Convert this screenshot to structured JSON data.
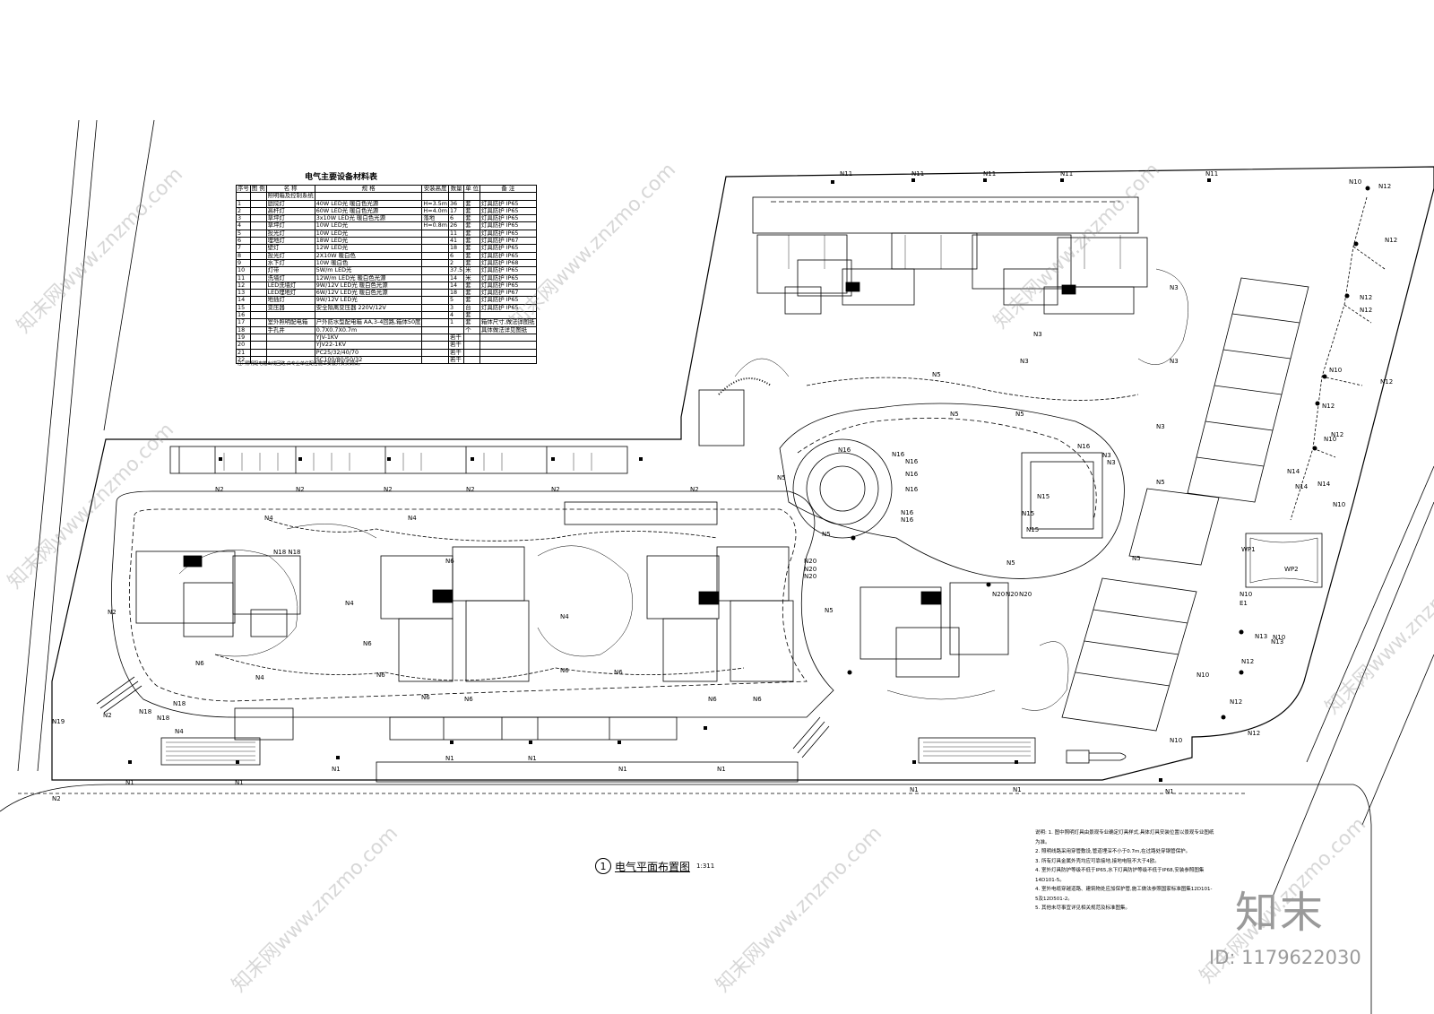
{
  "table": {
    "title": "电气主要设备材料表",
    "header": [
      "序号",
      "图 例",
      "名 称",
      "规 格",
      "安装高度",
      "数量",
      "单 位",
      "备 注"
    ],
    "rows": [
      [
        "",
        "",
        "照明箱及控制系统",
        "",
        "",
        "",
        "",
        ""
      ],
      [
        "1",
        "",
        "庭院灯",
        "40W LED光 暖白色光源",
        "H=3.5m",
        "36",
        "套",
        "灯具防护 IP65"
      ],
      [
        "2",
        "",
        "高杆灯",
        "60W LED光 暖白色光源",
        "H=4.0m",
        "17",
        "套",
        "灯具防护 IP65"
      ],
      [
        "3",
        "",
        "草坪灯",
        "3x10W LED光 暖白色光源",
        "落地",
        "6",
        "套",
        "灯具防护 IP65"
      ],
      [
        "4",
        "",
        "草坪灯",
        "10W LED光",
        "H=0.8m",
        "26",
        "套",
        "灯具防护 IP65"
      ],
      [
        "5",
        "",
        "投光灯",
        "10W LED光",
        "",
        "11",
        "套",
        "灯具防护 IP65"
      ],
      [
        "6",
        "",
        "埋地灯",
        "18W LED光",
        "",
        "41",
        "套",
        "灯具防护 IP67"
      ],
      [
        "7",
        "",
        "壁灯",
        "12W LED光",
        "",
        "18",
        "套",
        "灯具防护 IP65"
      ],
      [
        "8",
        "",
        "投光灯",
        "2X10W 暖白色",
        "",
        "6",
        "套",
        "灯具防护 IP65"
      ],
      [
        "9",
        "",
        "水下灯",
        "10W 暖白色",
        "",
        "2",
        "套",
        "灯具防护 IP68"
      ],
      [
        "10",
        "",
        "灯带",
        "5W/m LED光",
        "",
        "37.5",
        "米",
        "灯具防护 IP65"
      ],
      [
        "11",
        "",
        "洗墙灯",
        "12W/m LED光 暖白色光源",
        "",
        "14",
        "米",
        "灯具防护 IP65"
      ],
      [
        "12",
        "",
        "LED洗墙灯",
        "9W/12V LED光 暖白色光源",
        "",
        "14",
        "套",
        "灯具防护 IP65"
      ],
      [
        "13",
        "",
        "LED埋地灯",
        "6W/12V LED光 暖白色光源",
        "",
        "18",
        "套",
        "灯具防护 IP67"
      ],
      [
        "14",
        "",
        "地插灯",
        "9W/12V LED光",
        "",
        "5",
        "套",
        "灯具防护 IP65"
      ],
      [
        "15",
        "",
        "变压器",
        "安全隔离变压器 220V/12V",
        "",
        "3",
        "台",
        "灯具防护 IP65"
      ],
      [
        "16",
        "",
        "",
        "",
        "",
        "4",
        "套",
        ""
      ],
      [
        "17",
        "",
        "室外照明配电箱",
        "户外防水型配电箱 AA,3-4回路,箱体50度",
        "",
        "1",
        "套",
        "箱体尺寸,做法详图纸"
      ],
      [
        "18",
        "",
        "手孔井",
        "0.7X0.7X0.7m",
        "",
        "",
        "个",
        "具体做法详见图纸"
      ],
      [
        "19",
        "",
        "",
        "YJV-1KV",
        "",
        "若干",
        "",
        ""
      ],
      [
        "20",
        "",
        "",
        "YJV22-1KV",
        "",
        "若干",
        "",
        ""
      ],
      [
        "21",
        "",
        "",
        "PC25/32/40/70",
        "",
        "若干",
        "",
        ""
      ],
      [
        "22",
        "",
        "",
        "SC100/80/50/32",
        "",
        "若干",
        "",
        ""
      ]
    ],
    "footnote": "注: 照明配电箱出线回路,由专业单位配合施工安装并负责调试。"
  },
  "caption": {
    "number": "1",
    "title": "电气平面布置图",
    "scale": "1:311"
  },
  "notes": [
    "说明: 1. 图中照明灯具由景观专业确定灯具样式,具体灯具安装位置以景观专业图纸为准。",
    "2. 照明线路采用穿管敷设,管道埋深不小于0.7m,在过路处穿钢管保护。",
    "3. 所有灯具金属外壳均应可靠接地,接地电阻不大于4欧。",
    "4. 室外灯具防护等级不低于IP65,水下灯具防护等级不低于IP68,安装参照图集14D101-5。",
    "4. 室外电缆穿越道路、建筑物处应加保护管,施工做法参照国家标准图集12D101-5及12D501-2。",
    "5. 其他未尽事宜详见相关规范及标准图集。"
  ],
  "circuit_labels": [
    "N1",
    "N1",
    "N1",
    "N1",
    "N1",
    "N1",
    "N1",
    "N2",
    "N2",
    "N2",
    "N2",
    "N2",
    "N2",
    "N2",
    "N2",
    "N3",
    "N3",
    "N3",
    "N3",
    "N3",
    "N4",
    "N4",
    "N4",
    "N4",
    "N4",
    "N5",
    "N5",
    "N5",
    "N5",
    "N5",
    "N5",
    "N6",
    "N6",
    "N6",
    "N6",
    "N6",
    "N6",
    "N6",
    "N6",
    "N10",
    "N10",
    "N10",
    "N10",
    "N10",
    "N10",
    "N11",
    "N11",
    "N11",
    "N11",
    "N11",
    "N12",
    "N12",
    "N12",
    "N12",
    "N12",
    "N12",
    "N12",
    "N12",
    "N13",
    "N13",
    "N14",
    "N14",
    "N14",
    "N15",
    "N16",
    "N16",
    "N16",
    "N16",
    "N18",
    "N18",
    "N19",
    "N20",
    "N20",
    "N20",
    "WP1",
    "WP2",
    "E1"
  ],
  "watermark": "知末网www.znzmo.com",
  "brand": "知末",
  "image_id": "ID: 1179622030"
}
